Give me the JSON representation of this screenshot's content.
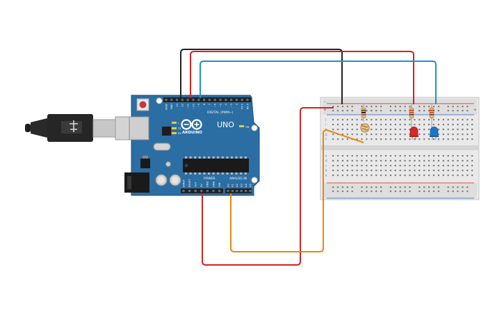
{
  "board": {
    "brand": "ARDUINO",
    "model": "UNO",
    "digital_header_label": "DIGITAL (PWM~)",
    "power_label": "POWER",
    "analog_label": "ANALOG IN",
    "on_label": "ON",
    "tx_label": "TX",
    "rx_label": "RX",
    "l_label": "L",
    "digital_pins": [
      "AREF",
      "GND",
      "13",
      "12",
      "~11",
      "~10",
      "~9",
      "8",
      "7",
      "~6",
      "~5",
      "4",
      "~3",
      "2",
      "TX 1",
      "RX 0"
    ],
    "power_pins": [
      "IOREF",
      "RESET",
      "3V3",
      "5V",
      "GND",
      "GND",
      "VIN"
    ],
    "analog_pins": [
      "A0",
      "A1",
      "A2",
      "A3",
      "A4",
      "A5"
    ]
  },
  "breadboard": {
    "rail_plus": "+",
    "rail_minus": "-",
    "row_letters_top": [
      "j",
      "i",
      "h",
      "g",
      "f"
    ],
    "row_letters_bottom": [
      "e",
      "d",
      "c",
      "b",
      "a"
    ]
  },
  "colors": {
    "board_blue": "#2b6ea4",
    "wire_black": "#222222",
    "wire_red": "#d42020",
    "wire_blue": "#1f8fd0",
    "wire_orange": "#e8870e",
    "led_red": "#d62828",
    "led_blue": "#1d77c8"
  },
  "components": {
    "usb_cable": "usb-cable",
    "photoresistor": "photoresistor",
    "resistors": 3,
    "leds": [
      "red",
      "blue"
    ]
  }
}
